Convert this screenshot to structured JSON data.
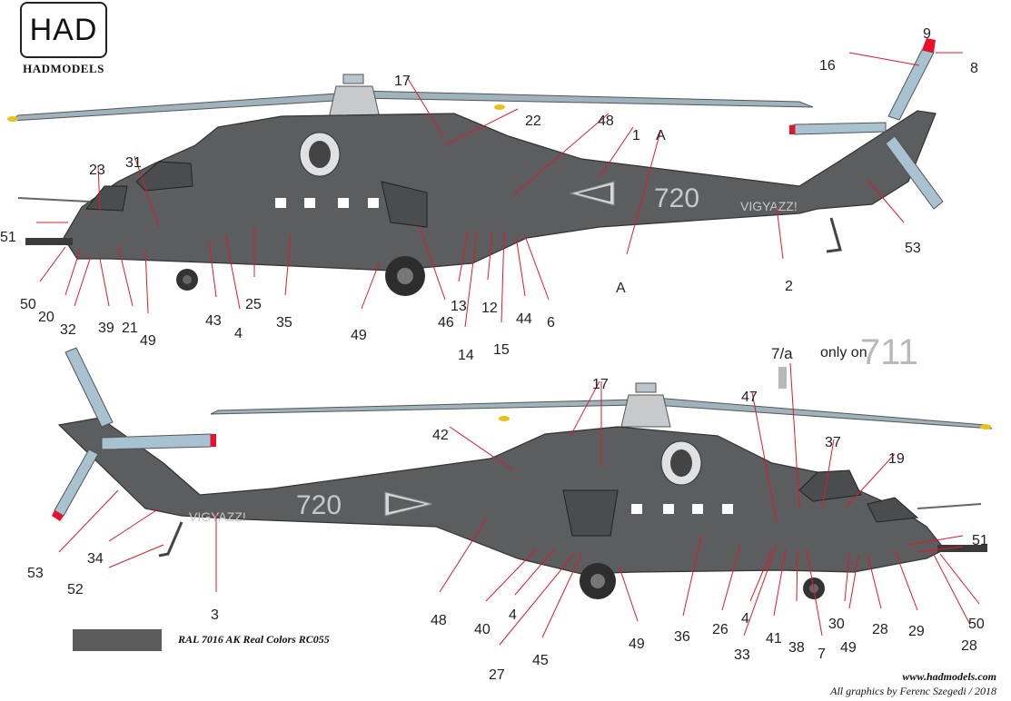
{
  "brand": {
    "logo_mark": "HAD",
    "name": "HADMODELS"
  },
  "top_view": {
    "fuselage_number": "720",
    "tail_text": "VIGYAZZ!",
    "callouts": [
      {
        "id": "t9",
        "text": "9"
      },
      {
        "id": "t16",
        "text": "16"
      },
      {
        "id": "t8",
        "text": "8"
      },
      {
        "id": "t17",
        "text": "17"
      },
      {
        "id": "t22",
        "text": "22"
      },
      {
        "id": "t48",
        "text": "48"
      },
      {
        "id": "t1",
        "text": "1"
      },
      {
        "id": "tA1",
        "text": "A"
      },
      {
        "id": "t23",
        "text": "23"
      },
      {
        "id": "t31",
        "text": "31"
      },
      {
        "id": "t51",
        "text": "51"
      },
      {
        "id": "t53",
        "text": "53"
      },
      {
        "id": "t2",
        "text": "2"
      },
      {
        "id": "tA2",
        "text": "A"
      },
      {
        "id": "t50",
        "text": "50"
      },
      {
        "id": "t20",
        "text": "20"
      },
      {
        "id": "t32",
        "text": "32"
      },
      {
        "id": "t39",
        "text": "39"
      },
      {
        "id": "t21",
        "text": "21"
      },
      {
        "id": "t49a",
        "text": "49"
      },
      {
        "id": "t43",
        "text": "43"
      },
      {
        "id": "t4",
        "text": "4"
      },
      {
        "id": "t25",
        "text": "25"
      },
      {
        "id": "t35",
        "text": "35"
      },
      {
        "id": "t49b",
        "text": "49"
      },
      {
        "id": "t46",
        "text": "46"
      },
      {
        "id": "t13",
        "text": "13"
      },
      {
        "id": "t12",
        "text": "12"
      },
      {
        "id": "t44",
        "text": "44"
      },
      {
        "id": "t6",
        "text": "6"
      },
      {
        "id": "t14",
        "text": "14"
      },
      {
        "id": "t15",
        "text": "15"
      }
    ]
  },
  "bottom_view": {
    "fuselage_number": "720",
    "tail_text": "VIGYAZZ!",
    "variant_note": {
      "label": "7/a",
      "text": "only on",
      "number": "711"
    },
    "callouts": [
      {
        "id": "b17",
        "text": "17"
      },
      {
        "id": "b47",
        "text": "47"
      },
      {
        "id": "b42",
        "text": "42"
      },
      {
        "id": "b37",
        "text": "37"
      },
      {
        "id": "b19",
        "text": "19"
      },
      {
        "id": "b51",
        "text": "51"
      },
      {
        "id": "b53",
        "text": "53"
      },
      {
        "id": "b34",
        "text": "34"
      },
      {
        "id": "b52",
        "text": "52"
      },
      {
        "id": "b3",
        "text": "3"
      },
      {
        "id": "b48",
        "text": "48"
      },
      {
        "id": "b40",
        "text": "40"
      },
      {
        "id": "b4a",
        "text": "4"
      },
      {
        "id": "b27",
        "text": "27"
      },
      {
        "id": "b45",
        "text": "45"
      },
      {
        "id": "b49a",
        "text": "49"
      },
      {
        "id": "b36",
        "text": "36"
      },
      {
        "id": "b26",
        "text": "26"
      },
      {
        "id": "b4b",
        "text": "4"
      },
      {
        "id": "b33",
        "text": "33"
      },
      {
        "id": "b41",
        "text": "41"
      },
      {
        "id": "b38",
        "text": "38"
      },
      {
        "id": "b7",
        "text": "7"
      },
      {
        "id": "b30",
        "text": "30"
      },
      {
        "id": "b49b",
        "text": "49"
      },
      {
        "id": "b28a",
        "text": "28"
      },
      {
        "id": "b29",
        "text": "29"
      },
      {
        "id": "b28b",
        "text": "28"
      },
      {
        "id": "b50",
        "text": "50"
      }
    ]
  },
  "paint": {
    "swatch_color": "#5a5c5e",
    "text": "RAL 7016   AK Real Colors RC055"
  },
  "footer": {
    "website": "www.hadmodels.com",
    "credit": "All graphics by Ferenc Szegedi  / 2018"
  },
  "colors": {
    "body": "#5b5d5f",
    "body_dark": "#4a4c4e",
    "blade": "#9fb3bd",
    "blade_tip": "#e8102a",
    "tail_rotor": "#a9c2d2",
    "callout_line": "#e01a2a",
    "marking_light": "#c8c8c8"
  }
}
